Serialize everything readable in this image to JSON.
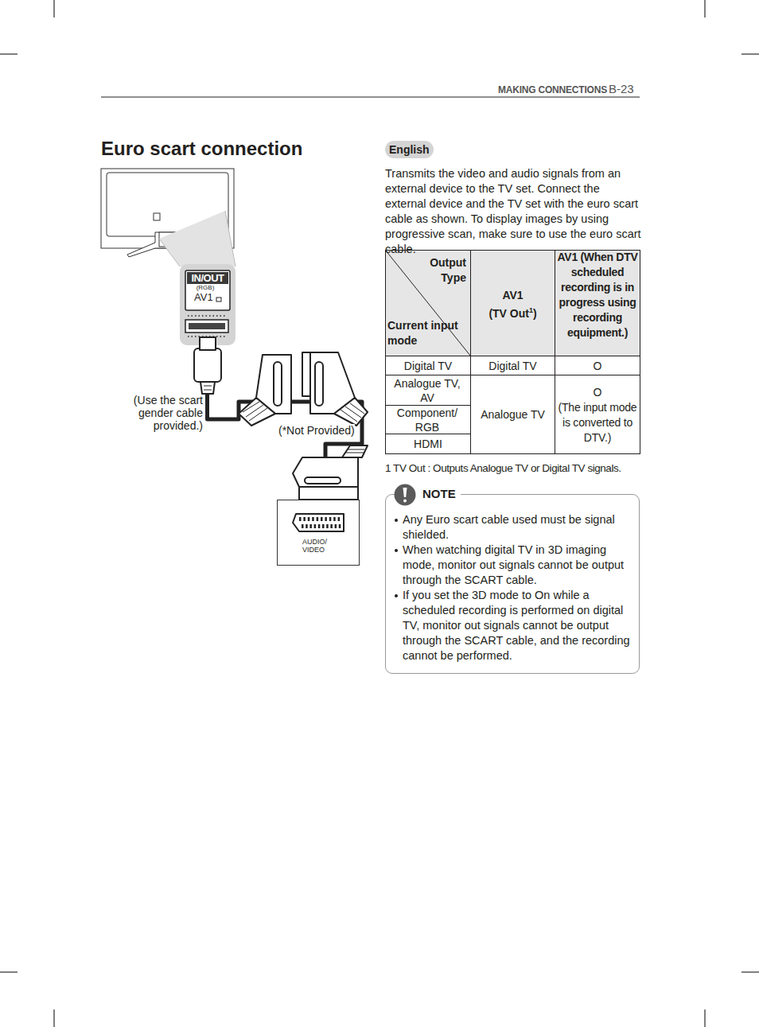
{
  "diagram": {
    "title": "Euro scart connection",
    "nodes": [
      {
        "text": [
          "English"
        ]
      },
      {
        "text": [
          "IN/OUT",
          "(RGB)",
          "AV1"
        ]
      },
      {
        "text": [
          "AUDIO/ VIDEO"
        ]
      },
      {
        "text": [
          "NOTE",
          "Any Euro scart cable used must be signal shielded.",
          "When watching digital TV in 3D imaging mode, monitor out signals cannot be output through the SCART cable.",
          "If you set the 3D mode to On while a scheduled recording is performed on digital TV, monitor out signals cannot be output through the SCART cable, and the recording cannot be performed."
        ]
      }
    ],
    "edges": [
      {
        "from": 1,
        "to": 2,
        "arrow": "none"
      }
    ],
    "labels": [
      "MAKING CONNECTIONS",
      "B-23",
      "(Use the scart gender cable provided.)",
      "(*Not Provided)",
      "Transmits the video and audio signals from an external device to the TV set. Connect the external device and the TV set with the euro scart cable as shown. To display images by using progressive scan, make sure to use the euro scart cable.",
      "Output Type",
      "Current input mode",
      "AV1",
      "(TV Out",
      "1",
      ")",
      "AV1 (When DTV scheduled recording is in progress using recording equipment.)",
      "Digital TV",
      "Digital TV",
      "O",
      "Analogue TV, AV",
      "Component/ RGB",
      "HDMI",
      "Analogue TV",
      "O",
      "(The input mode is converted to DTV.)",
      "1 TV Out : Outputs Analogue TV or Digital TV signals."
    ]
  }
}
